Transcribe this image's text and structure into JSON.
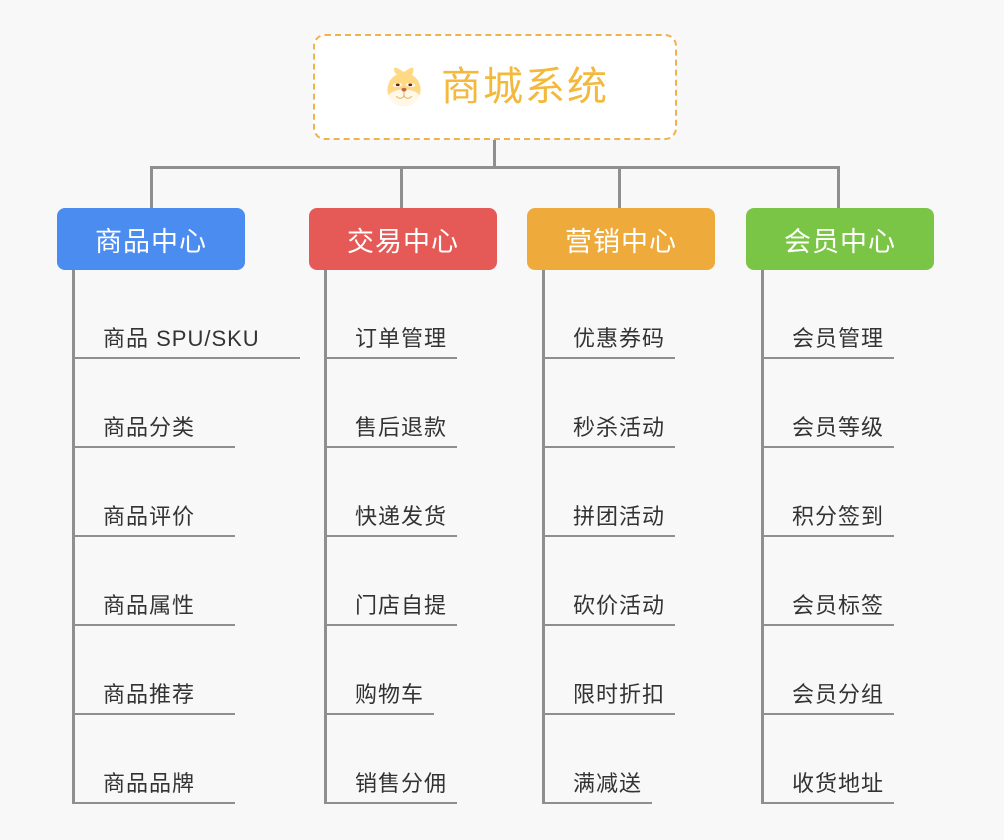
{
  "diagram": {
    "type": "org-tree",
    "background_color": "#f8f8f8",
    "connector_color": "#8f8f8f",
    "root": {
      "title": "商城系统",
      "icon": "shiba-dog-icon",
      "text_color": "#f2b93c",
      "border_color": "#f0b24a",
      "background_color": "#ffffff",
      "border_style": "dashed"
    },
    "columns": [
      {
        "label": "商品中心",
        "color": "#4a8cf0",
        "items": [
          "商品 SPU/SKU",
          "商品分类",
          "商品评价",
          "商品属性",
          "商品推荐",
          "商品品牌"
        ]
      },
      {
        "label": "交易中心",
        "color": "#e55a56",
        "items": [
          "订单管理",
          "售后退款",
          "快递发货",
          "门店自提",
          "购物车",
          "销售分佣"
        ]
      },
      {
        "label": "营销中心",
        "color": "#eeab3c",
        "items": [
          "优惠券码",
          "秒杀活动",
          "拼团活动",
          "砍价活动",
          "限时折扣",
          "满减送"
        ]
      },
      {
        "label": "会员中心",
        "color": "#7bc546",
        "items": [
          "会员管理",
          "会员等级",
          "积分签到",
          "会员标签",
          "会员分组",
          "收货地址"
        ]
      }
    ]
  }
}
